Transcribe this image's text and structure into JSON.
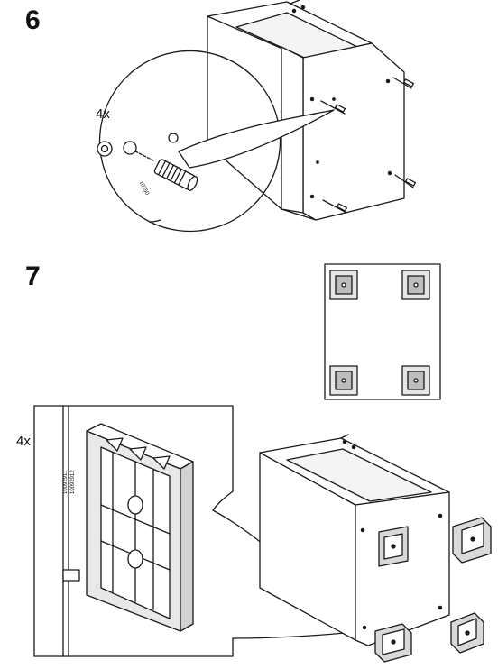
{
  "step6": {
    "number": "6",
    "quantity": "4x",
    "dowel_code": "10350"
  },
  "step7": {
    "number": "7",
    "quantity": "4x",
    "part_codes": [
      "10092911",
      "10092912"
    ]
  }
}
